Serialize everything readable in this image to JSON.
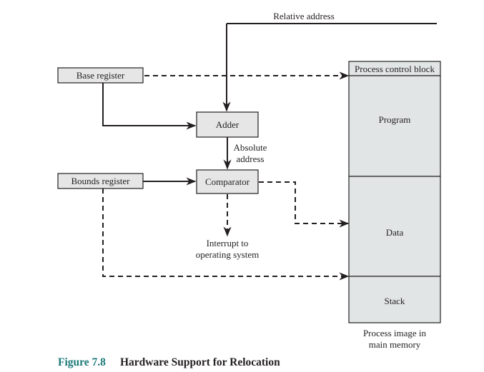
{
  "diagram": {
    "labels": {
      "relative_address": "Relative address",
      "base_register": "Base register",
      "bounds_register": "Bounds register",
      "adder": "Adder",
      "absolute_address_line1": "Absolute",
      "absolute_address_line2": "address",
      "comparator": "Comparator",
      "interrupt_line1": "Interrupt to",
      "interrupt_line2": "operating system",
      "process_control_block": "Process control block",
      "program": "Program",
      "data": "Data",
      "stack": "Stack",
      "process_image_line1": "Process image in",
      "process_image_line2": "main memory"
    },
    "colors": {
      "box_fill": "#e6e6e6",
      "memory_fill": "#e1e5e6",
      "stroke": "#231f20",
      "caption_accent": "#1a7a78"
    }
  },
  "caption": {
    "figure_number": "Figure 7.8",
    "title": "Hardware Support for Relocation"
  }
}
